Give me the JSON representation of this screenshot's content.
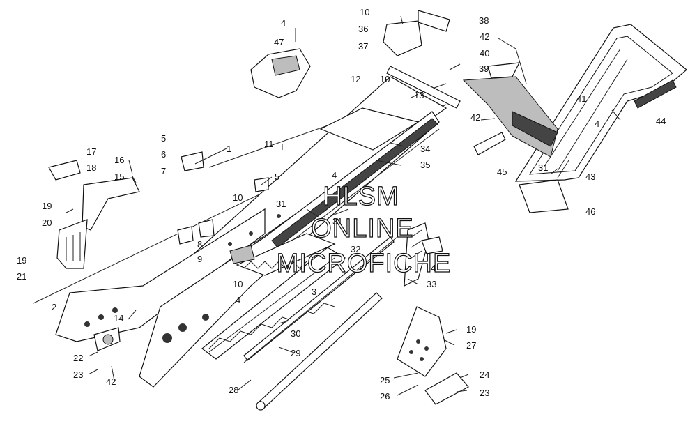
{
  "watermark": {
    "line1": "HLSM",
    "line2": "ONLINE",
    "line3": "MICROFICHE"
  },
  "callouts": [
    {
      "id": "c4a",
      "label": "4"
    },
    {
      "id": "c47",
      "label": "47"
    },
    {
      "id": "c10a",
      "label": "10"
    },
    {
      "id": "c36",
      "label": "36"
    },
    {
      "id": "c37",
      "label": "37"
    },
    {
      "id": "c38",
      "label": "38"
    },
    {
      "id": "c42a",
      "label": "42"
    },
    {
      "id": "c40",
      "label": "40"
    },
    {
      "id": "c39",
      "label": "39"
    },
    {
      "id": "c12",
      "label": "12"
    },
    {
      "id": "c10b",
      "label": "10"
    },
    {
      "id": "c13",
      "label": "13"
    },
    {
      "id": "c41",
      "label": "41"
    },
    {
      "id": "c42b",
      "label": "42"
    },
    {
      "id": "c4b",
      "label": "4"
    },
    {
      "id": "c44",
      "label": "44"
    },
    {
      "id": "c1",
      "label": "1"
    },
    {
      "id": "c11",
      "label": "11"
    },
    {
      "id": "c34",
      "label": "34"
    },
    {
      "id": "c35",
      "label": "35"
    },
    {
      "id": "c5a",
      "label": "5"
    },
    {
      "id": "c6",
      "label": "6"
    },
    {
      "id": "c7",
      "label": "7"
    },
    {
      "id": "c17",
      "label": "17"
    },
    {
      "id": "c16",
      "label": "16"
    },
    {
      "id": "c18",
      "label": "18"
    },
    {
      "id": "c15",
      "label": "15"
    },
    {
      "id": "c5b",
      "label": "5"
    },
    {
      "id": "c4c",
      "label": "4"
    },
    {
      "id": "c31a",
      "label": "31"
    },
    {
      "id": "c45",
      "label": "45"
    },
    {
      "id": "c43",
      "label": "43"
    },
    {
      "id": "c46",
      "label": "46"
    },
    {
      "id": "c10c",
      "label": "10"
    },
    {
      "id": "c19a",
      "label": "19"
    },
    {
      "id": "c20",
      "label": "20"
    },
    {
      "id": "c31b",
      "label": "31"
    },
    {
      "id": "c31c",
      "label": "31"
    },
    {
      "id": "c8",
      "label": "8"
    },
    {
      "id": "c9",
      "label": "9"
    },
    {
      "id": "c32",
      "label": "32"
    },
    {
      "id": "c19b",
      "label": "19"
    },
    {
      "id": "c21",
      "label": "21"
    },
    {
      "id": "c4d",
      "label": "4"
    },
    {
      "id": "c10d",
      "label": "10"
    },
    {
      "id": "c33",
      "label": "33"
    },
    {
      "id": "c3",
      "label": "3"
    },
    {
      "id": "c2",
      "label": "2"
    },
    {
      "id": "c4e",
      "label": "4"
    },
    {
      "id": "c14",
      "label": "14"
    },
    {
      "id": "c19c",
      "label": "19"
    },
    {
      "id": "c30",
      "label": "30"
    },
    {
      "id": "c27",
      "label": "27"
    },
    {
      "id": "c29",
      "label": "29"
    },
    {
      "id": "c22",
      "label": "22"
    },
    {
      "id": "c23a",
      "label": "23"
    },
    {
      "id": "c42c",
      "label": "42"
    },
    {
      "id": "c24",
      "label": "24"
    },
    {
      "id": "c25",
      "label": "25"
    },
    {
      "id": "c28",
      "label": "28"
    },
    {
      "id": "c26",
      "label": "26"
    },
    {
      "id": "c23b",
      "label": "23"
    }
  ]
}
